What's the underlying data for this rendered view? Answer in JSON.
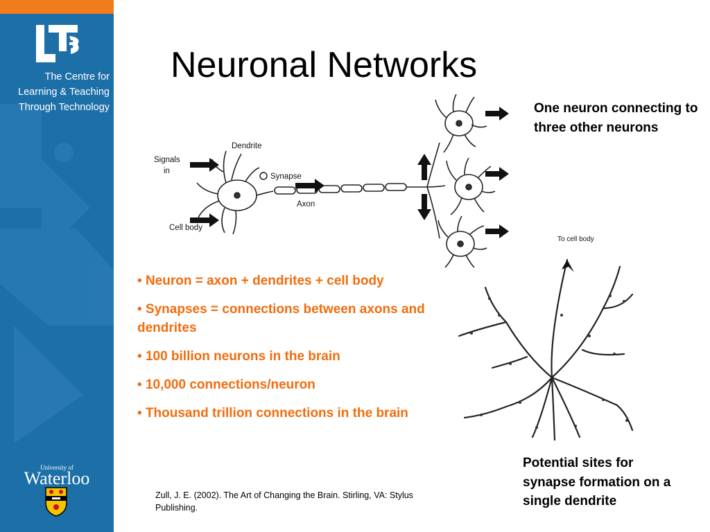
{
  "sidebar": {
    "logo_text": "LT3",
    "centre_lines": [
      "The Centre for",
      "Learning & Teaching",
      "Through Technology"
    ],
    "university_small": "University of",
    "university_name": "Waterloo",
    "colors": {
      "blue": "#1d6fa8",
      "orange": "#f07c1c"
    }
  },
  "slide": {
    "title": "Neuronal Networks",
    "diagram_labels": {
      "dendrite": "Dendrite",
      "signals_line1": "Signals",
      "signals_line2": "in",
      "synapse": "Synapse",
      "axon": "Axon",
      "cell_body": "Cell body",
      "to_cell_body": "To cell body"
    },
    "caption_top": "One neuron connecting to three other neurons",
    "caption_bottom": "Potential sites for synapse formation on a single dendrite",
    "bullets": [
      "Neuron = axon + dendrites + cell body",
      "Synapses = connections between axons and dendrites",
      "100 billion neurons in the brain",
      "10,000 connections/neuron",
      "Thousand trillion connections in the brain"
    ],
    "citation": "Zull, J. E. (2002). The Art of Changing the Brain. Stirling, VA: Stylus Publishing.",
    "colors": {
      "bullet_text": "#f26c0d",
      "title": "#000000"
    }
  }
}
